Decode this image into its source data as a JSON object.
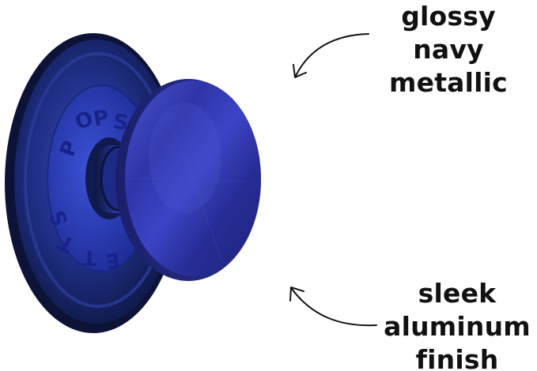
{
  "callouts": {
    "top": {
      "lines": [
        "glossy",
        "navy",
        "metallic"
      ]
    },
    "bottom": {
      "lines": [
        "sleek",
        "aluminum",
        "finish"
      ]
    }
  },
  "product": {
    "base_text": "POPSOCKETS",
    "colors": {
      "cap": "#2f33a6",
      "cap_highlight": "#4a4fd0",
      "base": "#1a2a6e",
      "base_rim": "#0e1436",
      "emblem": "#2b3bb8"
    }
  },
  "icons": {
    "top_arrow": "curved-arrow-icon",
    "bottom_arrow": "curved-arrow-icon"
  }
}
